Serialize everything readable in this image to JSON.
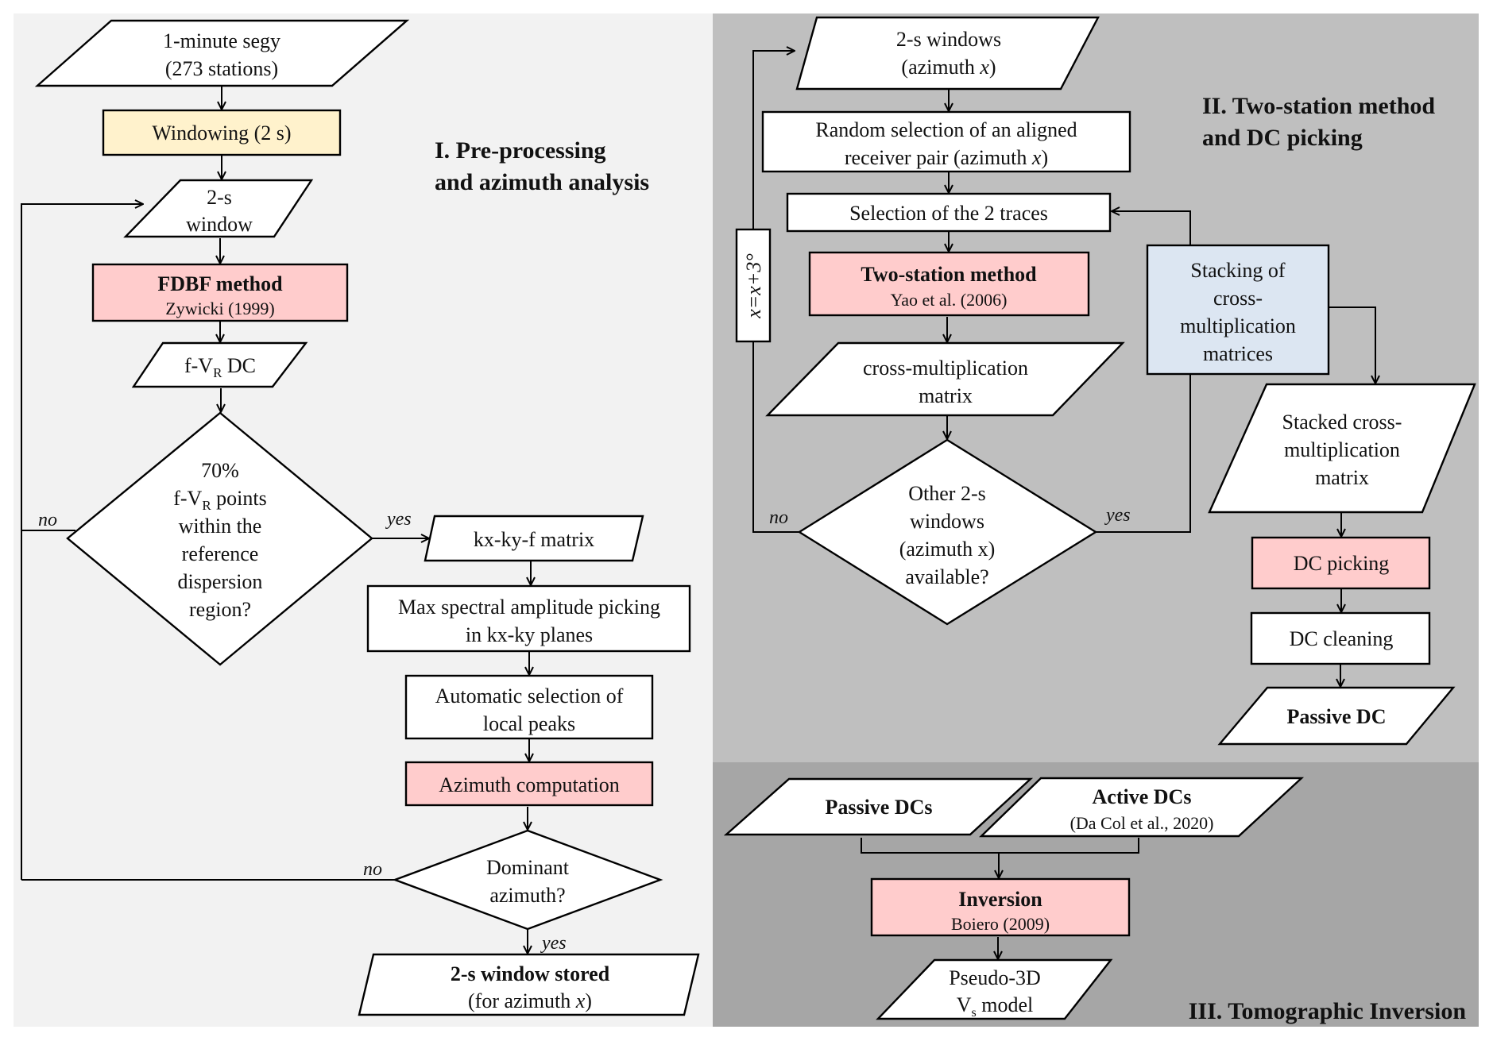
{
  "sections": {
    "pre_processing": {
      "title_lines": [
        "I. Pre-processing",
        "and azimuth analysis"
      ],
      "background": "#f2f2f2"
    },
    "two_station": {
      "title_lines": [
        "II. Two-station method",
        "and DC picking"
      ],
      "background": "#bfbfbf"
    },
    "tomographic": {
      "title": "III. Tomographic Inversion",
      "background": "#a6a6a6"
    }
  },
  "colors": {
    "process_highlight": "#ffcccc",
    "windowing": "#fff2cc",
    "stacking": "#dce6f2",
    "default_box": "#ffffff",
    "stroke": "#000000"
  },
  "nodes": {
    "segy": {
      "type": "data",
      "lines": [
        "1-minute segy",
        "(273 stations)"
      ]
    },
    "windowing": {
      "type": "process",
      "lines": [
        "Windowing (2 s)"
      ]
    },
    "window_2s": {
      "type": "data",
      "lines": [
        "2-s",
        "window"
      ]
    },
    "fdbf": {
      "type": "process",
      "title": "FDBF method",
      "ref": "Zywicki (1999)"
    },
    "fvr_dc": {
      "type": "data",
      "pre": "f-V",
      "sub": "R",
      "post": " DC"
    },
    "decision_70": {
      "type": "decision",
      "line1": "70%",
      "line2_pre": "f-V",
      "line2_sub": "R",
      "line2_post": " points",
      "line3": "within the",
      "line4": "reference",
      "line5": "dispersion",
      "line6": "region?"
    },
    "kxkyf": {
      "type": "data",
      "lines": [
        "kx-ky-f matrix"
      ]
    },
    "max_spectral": {
      "type": "process",
      "lines": [
        "Max spectral amplitude picking",
        "in kx-ky planes"
      ]
    },
    "auto_select": {
      "type": "process",
      "lines": [
        "Automatic selection of",
        "local peaks"
      ]
    },
    "azimuth_comp": {
      "type": "process",
      "lines": [
        "Azimuth computation"
      ]
    },
    "dominant": {
      "type": "decision",
      "lines": [
        "Dominant",
        "azimuth?"
      ]
    },
    "stored": {
      "type": "data",
      "title": "2-s window stored",
      "sub_pre": "(for azimuth ",
      "sub_var": "x",
      "sub_post": ")"
    },
    "windows_az": {
      "type": "data",
      "line1": "2-s windows",
      "line2_pre": "(azimuth ",
      "line2_var": "x",
      "line2_post": ")"
    },
    "random_pair": {
      "type": "process",
      "line1": "Random selection of an aligned",
      "line2_pre": "receiver pair (azimuth ",
      "line2_var": "x",
      "line2_post": ")"
    },
    "select_traces": {
      "type": "process",
      "lines": [
        "Selection of the 2 traces"
      ]
    },
    "two_station_method": {
      "type": "process",
      "title": "Two-station method",
      "ref": "Yao et al. (2006)"
    },
    "cross_mult": {
      "type": "data",
      "lines": [
        "cross-multiplication",
        "matrix"
      ]
    },
    "other_windows": {
      "type": "decision",
      "lines": [
        "Other 2-s",
        "windows",
        "(azimuth x)",
        "available?"
      ]
    },
    "increment": {
      "type": "process",
      "label": "x=x+3°"
    },
    "stacking": {
      "type": "process",
      "lines": [
        "Stacking of",
        "cross-",
        "multiplication",
        "matrices"
      ]
    },
    "stacked": {
      "type": "data",
      "lines": [
        "Stacked cross-",
        "multiplication",
        "matrix"
      ]
    },
    "dc_picking": {
      "type": "process",
      "lines": [
        "DC picking"
      ]
    },
    "dc_cleaning": {
      "type": "process",
      "lines": [
        "DC cleaning"
      ]
    },
    "passive_dc": {
      "type": "data",
      "title": "Passive DC"
    },
    "passive_dcs": {
      "type": "data",
      "title": "Passive DCs"
    },
    "active_dcs": {
      "type": "data",
      "title": "Active DCs",
      "ref": "(Da Col et al., 2020)"
    },
    "inversion": {
      "type": "process",
      "title": "Inversion",
      "ref": "Boiero (2009)"
    },
    "vs_model": {
      "type": "data",
      "line1": "Pseudo-3D",
      "line2_pre": "V",
      "line2_sub": "s",
      "line2_post": " model"
    }
  },
  "edge_labels": {
    "decision70_no": "no",
    "decision70_yes": "yes",
    "dominant_no": "no",
    "dominant_yes": "yes",
    "other_no": "no",
    "other_yes": "yes"
  }
}
